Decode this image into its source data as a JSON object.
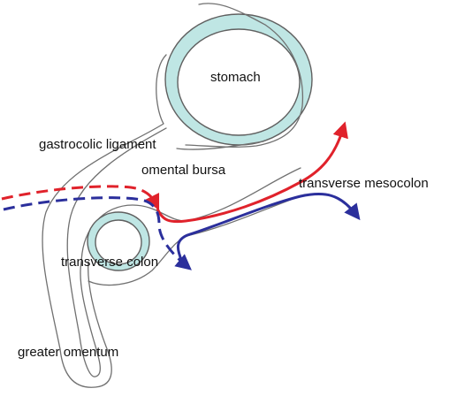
{
  "labels": {
    "stomach": "stomach",
    "gastrocolic_ligament": "gastrocolic ligament",
    "omental_bursa": "omental bursa",
    "transverse_mesocolon": "transverse mesocolon",
    "transverse_colon": "transverse colon",
    "greater_omentum": "greater omentum"
  },
  "colors": {
    "organ_fill": "#bfe6e4",
    "organ_stroke": "#606060",
    "peritoneum_outline": "#707070",
    "red_path": "#e0222b",
    "blue_path": "#2b2f9c"
  }
}
